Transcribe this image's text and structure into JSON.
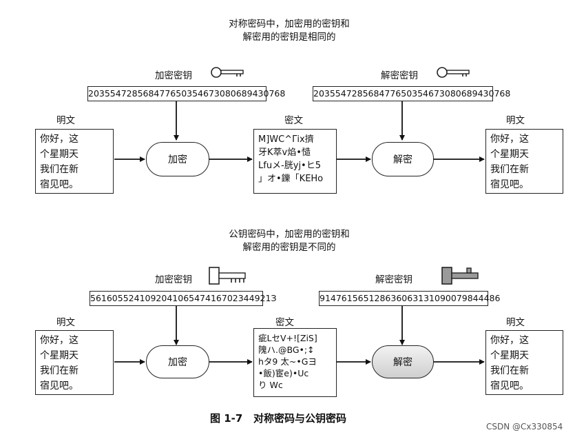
{
  "top": {
    "caption_line1": "对称密码中，加密用的密钥和",
    "caption_line2": "解密用的密钥是相同的",
    "enc_key_label": "加密密钥",
    "dec_key_label": "解密密钥",
    "enc_key": "203554728568477650354673080689430768",
    "dec_key": "203554728568477650354673080689430768",
    "plain_label_left": "明文",
    "cipher_label": "密文",
    "plain_label_right": "明文",
    "plaintext_left": "你好，这\n个星期天\n我们在新\n宿见吧。",
    "plaintext_right": "你好，这\n个星期天\n我们在新\n宿见吧。",
    "ciphertext": "M]WC^Γix擠\n牙K萃v焰•慥\nLfuメ-胱yj•ヒ5\n」オ•鑠「KEHo",
    "encrypt_label": "加密",
    "decrypt_label": "解密"
  },
  "bottom": {
    "caption_line1": "公钥密码中，加密用的密钥和",
    "caption_line2": "解密用的密钥是不同的",
    "enc_key_label": "加密密钥",
    "dec_key_label": "解密密钥",
    "enc_key": "561605524109204106547416702344921З",
    "dec_key": "914761565128636063131090079844486",
    "plain_label_left": "明文",
    "cipher_label": "密文",
    "plain_label_right": "明文",
    "plaintext_left": "你好，这\n个星期天\n我们在新\n宿见吧。",
    "plaintext_right": "你好，这\n个星期天\n我们在新\n宿见吧。",
    "ciphertext": "疵LセV+![ZiS]\n隗ハ.@BG•;↕\nhタ9 太~•Gヨ\n•飯)宦e)•Uc\nり Wc",
    "encrypt_label": "加密",
    "decrypt_label": "解密"
  },
  "figure_title": "图 1-7   对称密码与公钥密码",
  "watermark": "CSDN @Cx330854"
}
